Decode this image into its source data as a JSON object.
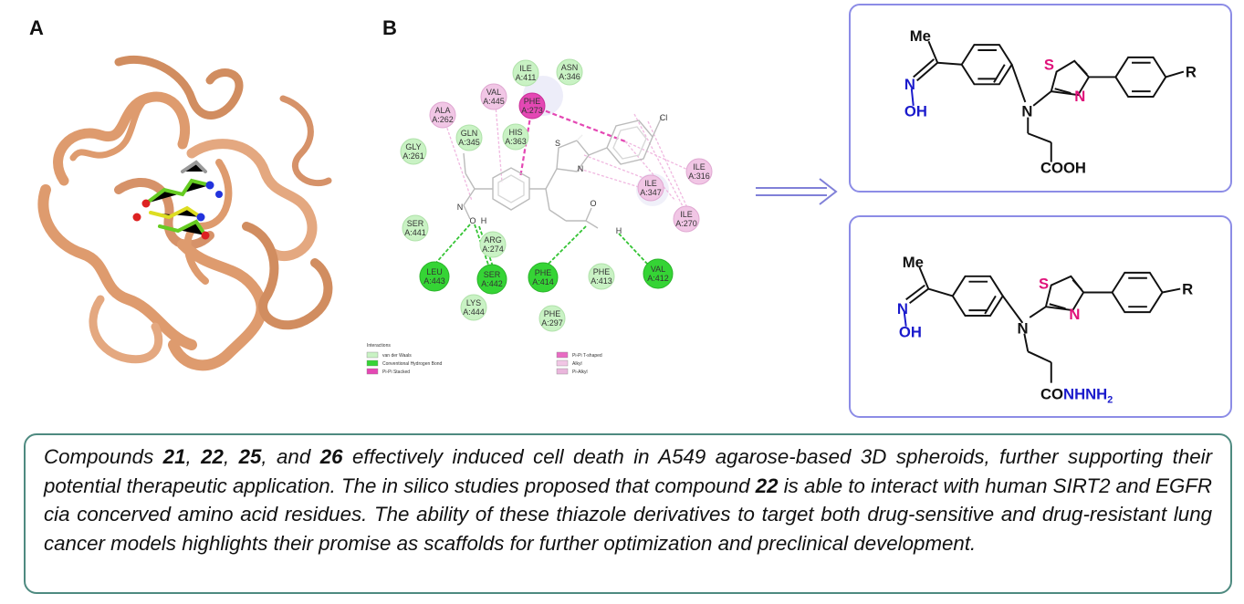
{
  "panels": {
    "a": "A",
    "b": "B"
  },
  "residues": [
    {
      "name": "ILE",
      "id": "A:411",
      "type": "vdw"
    },
    {
      "name": "ASN",
      "id": "A:346",
      "type": "vdw"
    },
    {
      "name": "VAL",
      "id": "A:445",
      "type": "alkyl"
    },
    {
      "name": "PHE",
      "id": "A:273",
      "type": "pipi"
    },
    {
      "name": "ALA",
      "id": "A:262",
      "type": "alkyl"
    },
    {
      "name": "GLN",
      "id": "A:345",
      "type": "vdw"
    },
    {
      "name": "HIS",
      "id": "A:363",
      "type": "vdw"
    },
    {
      "name": "GLY",
      "id": "A:261",
      "type": "vdw"
    },
    {
      "name": "ILE",
      "id": "A:347",
      "type": "alkyl"
    },
    {
      "name": "ILE",
      "id": "A:316",
      "type": "alkyl"
    },
    {
      "name": "ILE",
      "id": "A:270",
      "type": "alkyl"
    },
    {
      "name": "SER",
      "id": "A:441",
      "type": "vdw"
    },
    {
      "name": "ARG",
      "id": "A:274",
      "type": "vdw"
    },
    {
      "name": "LEU",
      "id": "A:443",
      "type": "hbond"
    },
    {
      "name": "SER",
      "id": "A:442",
      "type": "hbond"
    },
    {
      "name": "PHE",
      "id": "A:414",
      "type": "hbond"
    },
    {
      "name": "PHE",
      "id": "A:413",
      "type": "vdw"
    },
    {
      "name": "VAL",
      "id": "A:412",
      "type": "hbond"
    },
    {
      "name": "LYS",
      "id": "A:444",
      "type": "vdw"
    },
    {
      "name": "PHE",
      "id": "A:297",
      "type": "vdw"
    }
  ],
  "legend": {
    "title": "Interactions",
    "items": [
      {
        "label": "van der Waals",
        "color": "#c9f2c4"
      },
      {
        "label": "Conventional Hydrogen Bond",
        "color": "#35d435"
      },
      {
        "label": "Pi-Pi Stacked",
        "color": "#e448b4"
      },
      {
        "label": "Pi-Pi T-shaped",
        "color": "#e86cc3"
      },
      {
        "label": "Alkyl",
        "color": "#f1c6e5"
      },
      {
        "label": "Pi-Alkyl",
        "color": "#eab6dc"
      }
    ]
  },
  "ligand_atoms": {
    "chlorine": "Cl",
    "nitrogen": "N",
    "oxygen": "O",
    "hydrogen": "H",
    "sulfur": "S"
  },
  "structures": {
    "top": {
      "methyl": "Me",
      "n_oxime": "N",
      "oh": "OH",
      "n_amine": "N",
      "s": "S",
      "n_thiazole": "N",
      "r": "R",
      "tail": "COOH"
    },
    "bottom": {
      "methyl": "Me",
      "n_oxime": "N",
      "oh": "OH",
      "n_amine": "N",
      "s": "S",
      "n_thiazole": "N",
      "r": "R",
      "tail_c": "CO",
      "tail_nh": "NHNH",
      "tail_sub": "2"
    }
  },
  "colors": {
    "protein": "#d98a55",
    "box_border": "#8c8ce6",
    "caption_border": "#4e8a80",
    "oxime_blue": "#1a1acc",
    "thiazole_pink": "#e0117a"
  },
  "caption": {
    "t1": "Compounds ",
    "c21": "21",
    "t2": ", ",
    "c22": "22",
    "t3": ", ",
    "c25": "25",
    "t4": ", and ",
    "c26": "26",
    "t5": " effectively induced cell death in A549 agarose-based 3D spheroids, further supporting their potential therapeutic application. The in silico studies proposed that compound ",
    "c22b": "22",
    "t6": " is able to interact with human SIRT2 and EGFR cia concerved amino acid residues. The ability of these thiazole derivatives to target both drug-sensitive and drug-resistant lung cancer models highlights their promise as scaffolds for further optimization and preclinical development."
  }
}
